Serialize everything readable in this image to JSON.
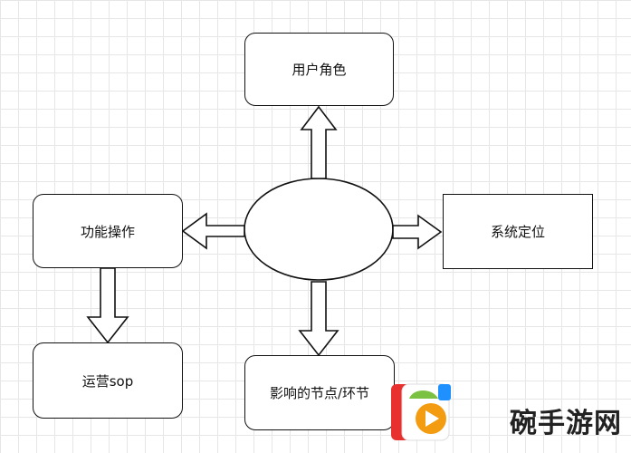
{
  "diagram": {
    "nodes": {
      "user_role": "用户角色",
      "system_position": "系统定位",
      "function_operation": "功能操作",
      "operations_sop": "运营sop",
      "affected_nodes": "影响的节点/环节",
      "center": ""
    }
  },
  "watermark": {
    "text": "碗手游网",
    "colors": {
      "logo_red": "#e8312f",
      "logo_orange": "#f39c12",
      "logo_green": "#7cc242",
      "logo_blue": "#1e90ff"
    }
  }
}
